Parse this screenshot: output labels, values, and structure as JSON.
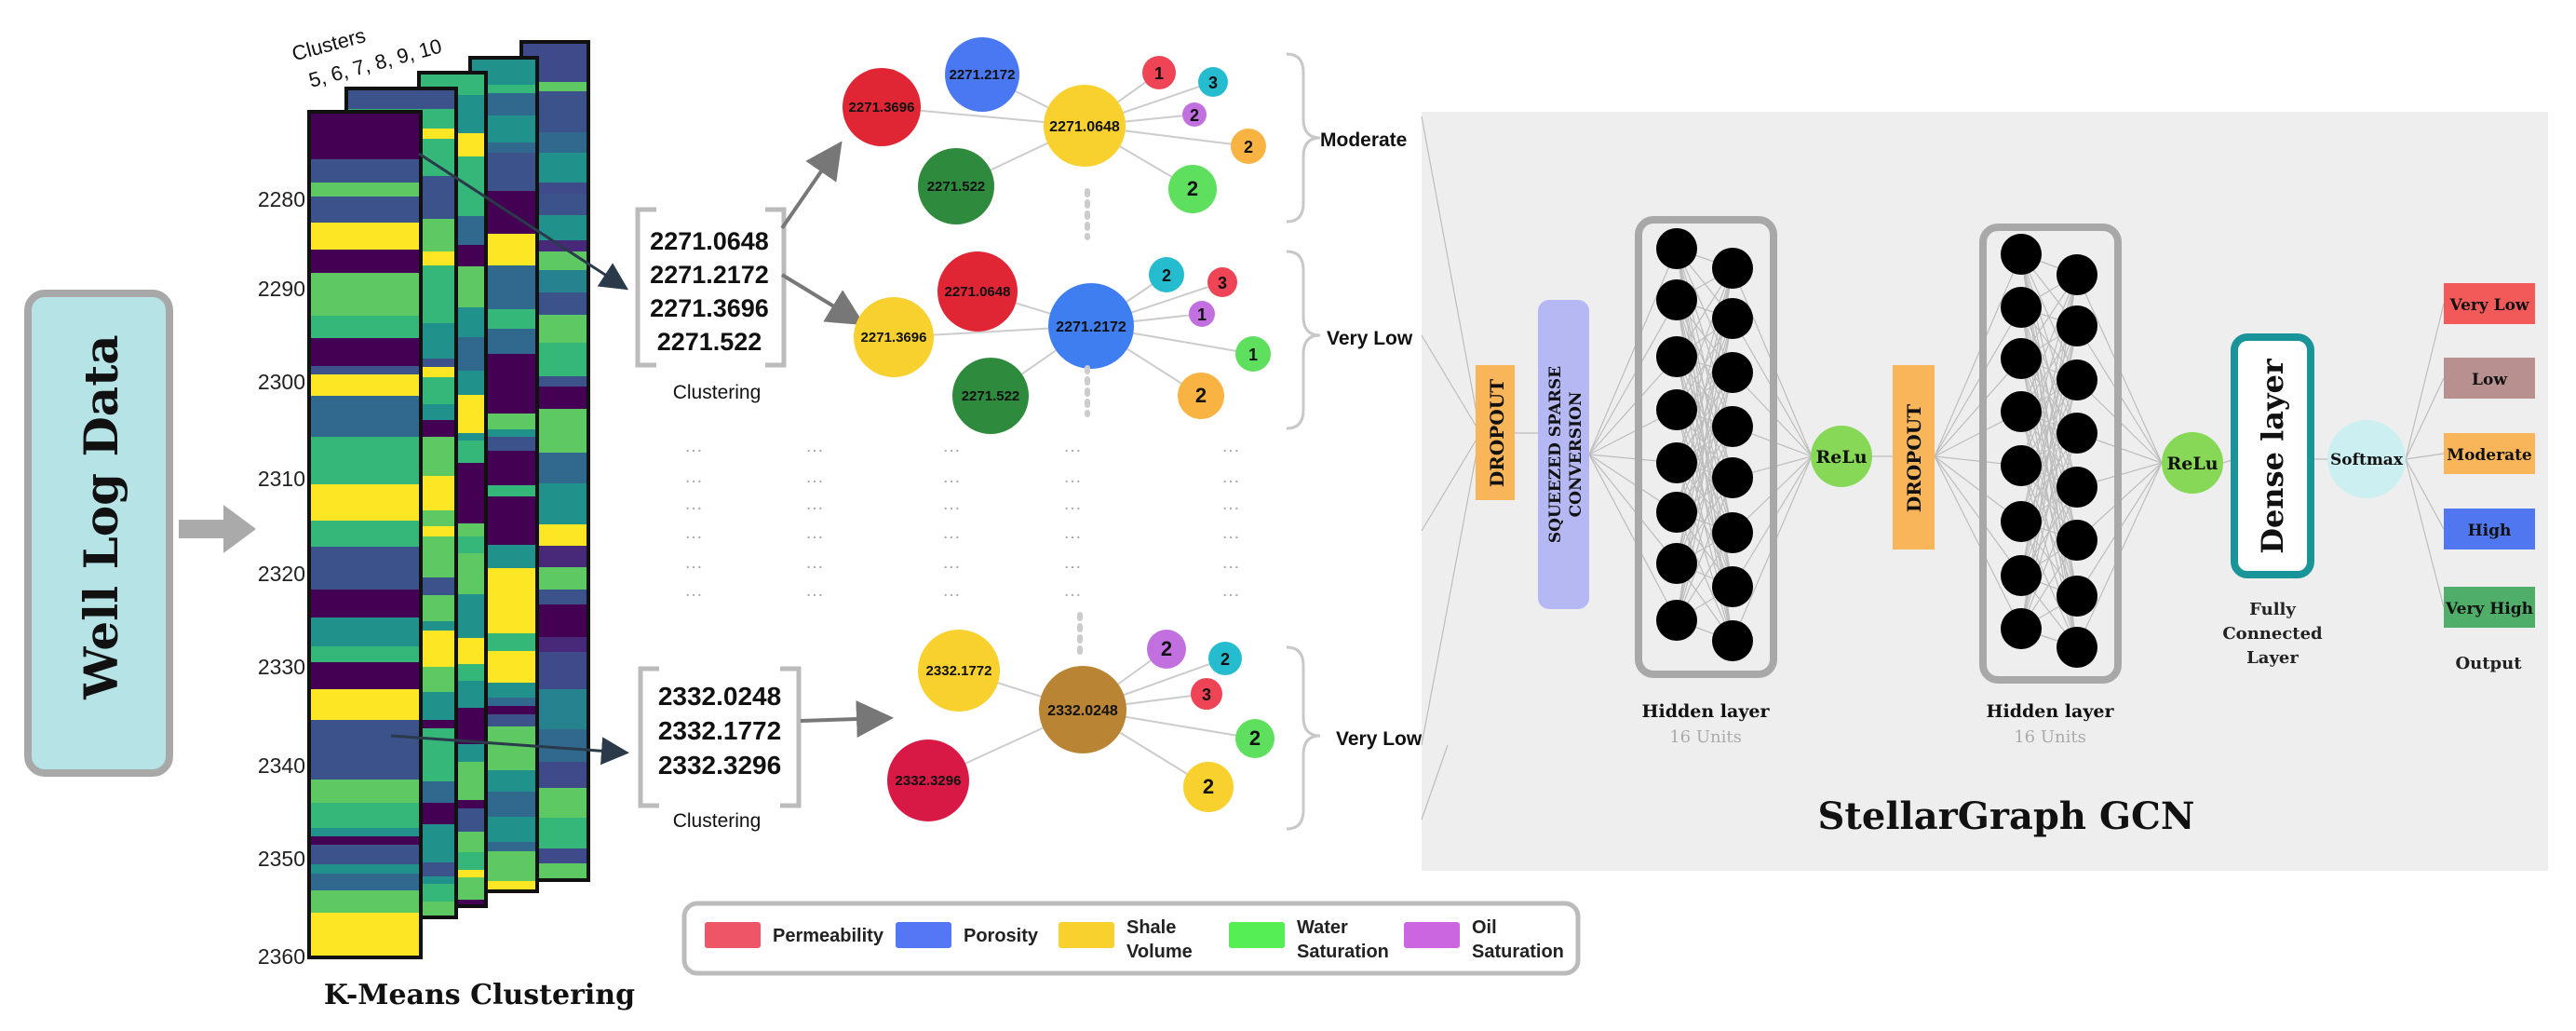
{
  "input_panel": {
    "title": "Well Log Data"
  },
  "clusters_label": {
    "line1": "Clusters",
    "line2": "5, 6, 7, 8, 9, 10"
  },
  "depth_axis": {
    "ticks": [
      "2280",
      "2290",
      "2300",
      "2310",
      "2320",
      "2330",
      "2340",
      "2350",
      "2360"
    ]
  },
  "kmeans_caption": "K-Means Clustering",
  "cluster_boxes": [
    {
      "values": [
        "2271.0648",
        "2271.2172",
        "2271.3696",
        "2271.522"
      ],
      "caption": "Clustering"
    },
    {
      "values": [
        "2332.0248",
        "2332.1772",
        "2332.3296"
      ],
      "caption": "Clustering"
    }
  ],
  "graphs": [
    {
      "center": "2271.0648",
      "center_color": "#f8d12e",
      "neighbors": [
        {
          "label": "2271.3696",
          "color": "#e02535"
        },
        {
          "label": "2271.2172",
          "color": "#4a78f2"
        },
        {
          "label": "2271.522",
          "color": "#2e8b3e"
        },
        {
          "label": "1",
          "color": "#ee4455"
        },
        {
          "label": "3",
          "color": "#26bccf"
        },
        {
          "label": "2",
          "color": "#c270e0"
        },
        {
          "label": "2",
          "color": "#f8b343"
        },
        {
          "label": "2",
          "color": "#5ee05e"
        }
      ],
      "class_label": "Moderate"
    },
    {
      "center": "2271.2172",
      "center_color": "#3e7ef0",
      "neighbors": [
        {
          "label": "2271.3696",
          "color": "#f8d12e"
        },
        {
          "label": "2271.0648",
          "color": "#e02535"
        },
        {
          "label": "2271.522",
          "color": "#2e8b3e"
        },
        {
          "label": "2",
          "color": "#26bccf"
        },
        {
          "label": "3",
          "color": "#ee4455"
        },
        {
          "label": "1",
          "color": "#c270e0"
        },
        {
          "label": "1",
          "color": "#5ee05e"
        },
        {
          "label": "2",
          "color": "#f8b343"
        }
      ],
      "class_label": "Very Low"
    },
    {
      "center": "2332.0248",
      "center_color": "#b98535",
      "neighbors": [
        {
          "label": "2332.1772",
          "color": "#f8d12e"
        },
        {
          "label": "2332.3296",
          "color": "#d81845"
        },
        {
          "label": "2",
          "color": "#c270e0"
        },
        {
          "label": "2",
          "color": "#26bccf"
        },
        {
          "label": "3",
          "color": "#ee4455"
        },
        {
          "label": "2",
          "color": "#5ee05e"
        },
        {
          "label": "2",
          "color": "#f8d12e"
        }
      ],
      "class_label": "Very Low"
    }
  ],
  "legend": [
    {
      "label_line1": "Permeability",
      "label_line2": "",
      "color": "#ee5566"
    },
    {
      "label_line1": "Porosity",
      "label_line2": "",
      "color": "#5577f5"
    },
    {
      "label_line1": "Shale",
      "label_line2": "Volume",
      "color": "#f8d12e"
    },
    {
      "label_line1": "Water",
      "label_line2": "Saturation",
      "color": "#55ee55"
    },
    {
      "label_line1": "Oil",
      "label_line2": "Saturation",
      "color": "#cc66e0"
    }
  ],
  "gcn": {
    "title": "StellarGraph GCN",
    "dropout_1": "DROPOUT",
    "squeezed_line1": "SQUEEZED SPARSE",
    "squeezed_line2": "CONVERSION",
    "hidden_1": {
      "title": "Hidden layer",
      "units": "16 Units"
    },
    "relu_1": "ReLu",
    "dropout_2": "DROPOUT",
    "hidden_2": {
      "title": "Hidden layer",
      "units": "16 Units"
    },
    "relu_2": "ReLu",
    "dense": {
      "label": "Dense layer",
      "caption_line1": "Fully",
      "caption_line2": "Connected",
      "caption_line3": "Layer"
    },
    "softmax": "Softmax",
    "outputs": [
      {
        "label": "Very Low",
        "color": "#f25a5a"
      },
      {
        "label": "Low",
        "color": "#b89090"
      },
      {
        "label": "Moderate",
        "color": "#f8b55a"
      },
      {
        "label": "High",
        "color": "#5077f0"
      },
      {
        "label": "Very High",
        "color": "#4fae6a"
      }
    ],
    "output_caption": "Output"
  },
  "colors": {
    "panel_bg": "#eeeeee",
    "input_panel_fill": "#b5e3e6",
    "dropout_fill": "#f8b55a",
    "squeezed_fill": "#b5b8f2",
    "relu_fill": "#88d858",
    "softmax_fill": "#ccf0f2",
    "dense_border": "#19959a"
  }
}
